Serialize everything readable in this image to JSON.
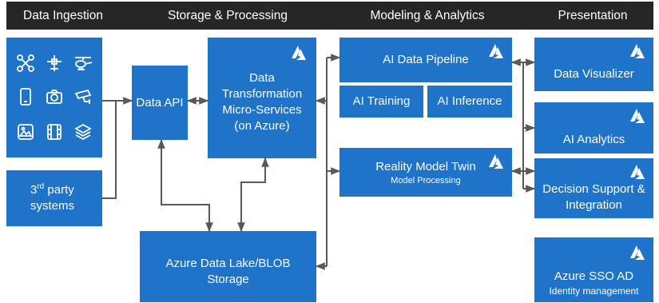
{
  "stages": [
    "Data Ingestion",
    "Storage & Processing",
    "Modeling & Analytics",
    "Presentation"
  ],
  "boxes": {
    "third_party": {
      "line1": "3",
      "sup": "rd",
      "line1_rest": " party",
      "line2": "systems"
    },
    "data_api": "Data API",
    "transformation": [
      "Data",
      "Transformation",
      "Micro-Services",
      "(on Azure)"
    ],
    "data_lake": [
      "Azure Data Lake/BLOB",
      "Storage"
    ],
    "ai_pipeline": "AI Data Pipeline",
    "ai_training": "AI Training",
    "ai_inference": "AI Inference",
    "reality_twin": {
      "title": "Reality Model Twin",
      "subtitle": "Model Processing"
    },
    "data_visualizer": "Data Visualizer",
    "ai_analytics": "AI Analytics",
    "decision_support": [
      "Decision Support &",
      "Integration"
    ],
    "azure_sso": {
      "title": "Azure SSO AD",
      "subtitle": "Identity management"
    }
  },
  "icons": [
    "drone-icon",
    "fixed-wing-icon",
    "helicopter-icon",
    "phone-icon",
    "camera-icon",
    "cctv-icon",
    "image-icon",
    "film-icon",
    "layers-icon",
    "azure-logo-icon"
  ],
  "colors": {
    "box": "#1f73c8",
    "header": "#262626",
    "connector": "#595959",
    "text": "#ffffff"
  }
}
